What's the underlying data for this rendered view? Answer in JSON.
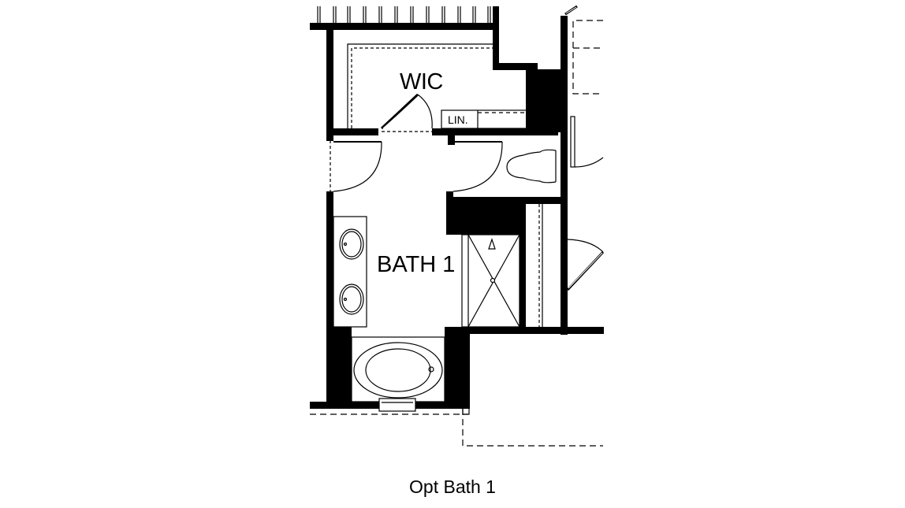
{
  "diagram": {
    "type": "floor-plan",
    "caption": "Opt Bath 1",
    "rooms": {
      "wic": "WIC",
      "bath": "BATH 1",
      "linen": "LIN."
    },
    "fixtures": [
      "double-vanity",
      "toilet",
      "shower",
      "oval-tub",
      "linen-closet"
    ],
    "colors": {
      "wall": "#000000",
      "background": "#ffffff",
      "line": "#000000"
    }
  }
}
